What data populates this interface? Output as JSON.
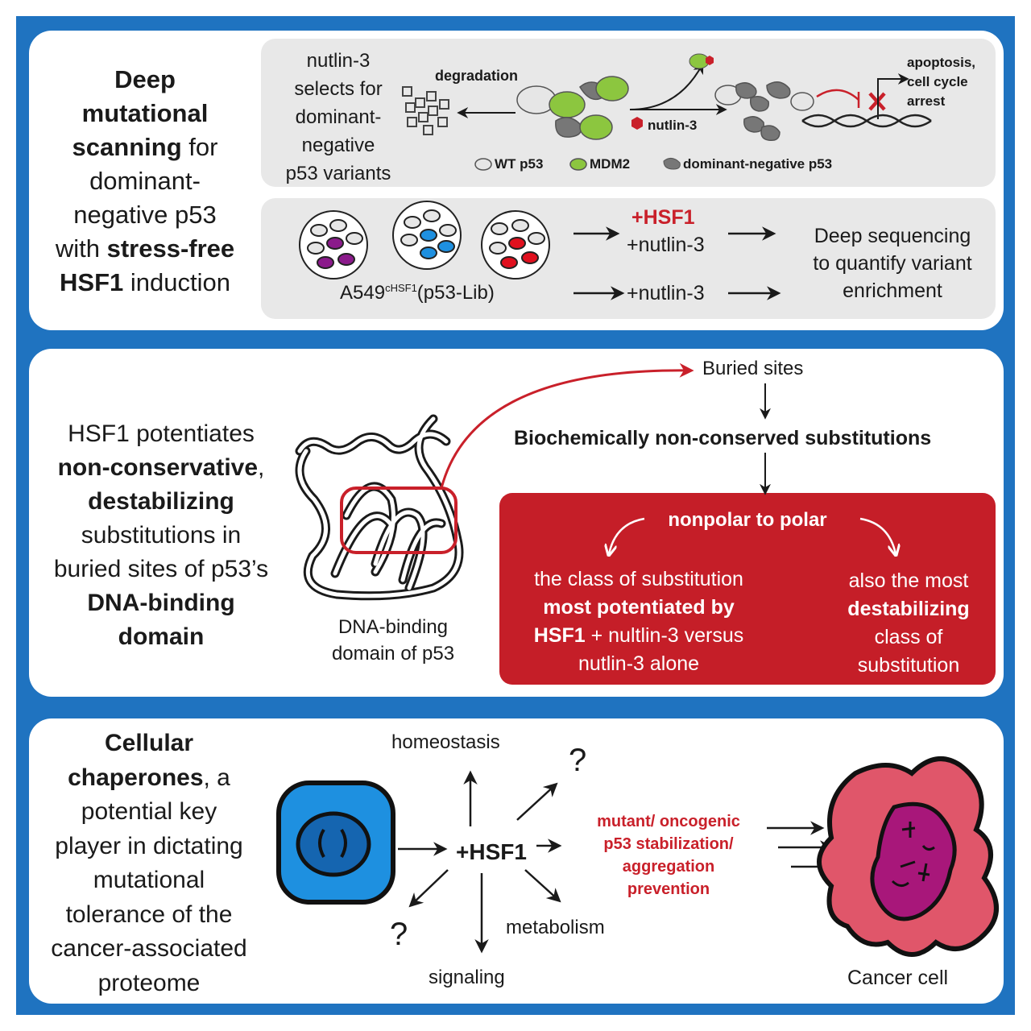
{
  "panel1": {
    "title_line1": "Deep",
    "title_line2": "mutational",
    "title_line3_bold": "scanning",
    "title_line3_rest": " for",
    "title_line4": "dominant-",
    "title_line5": "negative p53",
    "title_line6_pre": "with ",
    "title_line6_bold": "stress-free",
    "title_line7_bold": "HSF1",
    "title_line7_rest": " induction",
    "nutlin_select_lines": [
      "nutlin-3",
      "selects for",
      "dominant-",
      "negative",
      "p53 variants"
    ],
    "degradation": "degradation",
    "nutlin_label": "nutlin-3",
    "apoptosis_lines": [
      "apoptosis,",
      "cell cycle",
      "arrest"
    ],
    "legend": {
      "wt": "WT p53",
      "mdm2": "MDM2",
      "dn": "dominant-negative p53"
    },
    "hsf1_plus": "+HSF1",
    "nutlin_plus_top": "+nutlin-3",
    "nutlin_plus_bottom": "+nutlin-3",
    "cell_line_base": "A549",
    "cell_line_sup": "cHSF1",
    "cell_line_rest": "(p53-Lib)",
    "deep_seq_lines": [
      "Deep sequencing",
      "to quantify variant",
      "enrichment"
    ]
  },
  "panel2": {
    "left_line1": "HSF1 potentiates",
    "left_line2_bold": "non-conservative",
    "left_line2_rest": ",",
    "left_line3_bold": "destabilizing",
    "left_line4": "substitutions in",
    "left_line5": "buried sites of p53’s",
    "left_line6_bold": "DNA-binding",
    "left_line7_bold": "domain",
    "domain_caption_lines": [
      "DNA-binding",
      "domain of p53"
    ],
    "buried_sites": "Buried sites",
    "biochem": "Biochemically non-conserved substitutions",
    "nonpolar": "nonpolar to polar",
    "left_class": {
      "line1": "the class of substitution",
      "line2_bold": "most potentiated by",
      "line3_bold": "HSF1",
      "line3_rest": " + nultlin-3 versus",
      "line4": "nutlin-3 alone"
    },
    "right_class": {
      "line1": "also the most",
      "line2_bold": "destabilizing",
      "line3": "class of",
      "line4": "substitution"
    }
  },
  "panel3": {
    "left_line1_bold": "Cellular",
    "left_line2_bold": "chaperones",
    "left_line2_rest": ", a",
    "left_lines_rest": [
      "potential key",
      "player in dictating",
      "mutational",
      "tolerance of the",
      "cancer-associated",
      "proteome"
    ],
    "hsf1": "+HSF1",
    "homeostasis": "homeostasis",
    "question_top": "?",
    "question_bottom": "?",
    "metabolism": "metabolism",
    "signaling": "signaling",
    "mutant_lines": [
      "mutant/ oncogenic",
      "p53 stabilization/",
      "aggregation",
      "prevention"
    ],
    "cancer_cell": "Cancer cell"
  },
  "colors": {
    "frame_blue": "#1f73c0",
    "accent_red": "#c9202a",
    "box_red": "#c51e28",
    "mdm2_green": "#8cc63f",
    "cell_blue": "#1e90e0",
    "cancer_pink": "#e0566a",
    "nucleus_purple": "#a8177a"
  }
}
